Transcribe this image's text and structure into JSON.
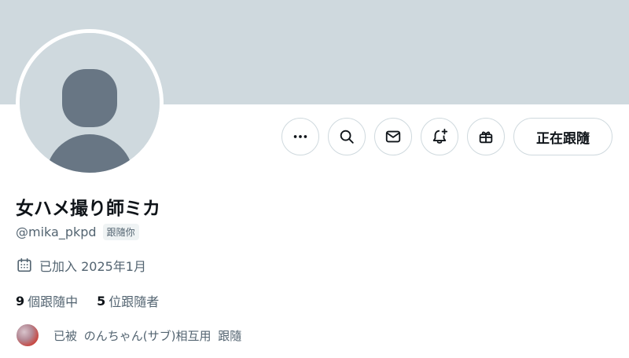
{
  "profile": {
    "display_name": "女ハメ撮り師ミカ",
    "handle": "@mika_pkpd",
    "follows_you_badge": "跟隨你",
    "joined": "已加入 2025年1月"
  },
  "actions": {
    "more_icon": "more-horizontal-icon",
    "search_icon": "search-icon",
    "message_icon": "mail-icon",
    "notify_icon": "bell-plus-icon",
    "gift_icon": "gift-icon",
    "follow_button_label": "正在跟隨"
  },
  "stats": {
    "following_count": "9",
    "following_label": "個跟隨中",
    "followers_count": "5",
    "followers_label": "位跟隨者"
  },
  "followed_by": {
    "prefix": "已被",
    "names": "のんちゃん(サブ)相互用",
    "suffix": "跟隨"
  },
  "colors": {
    "banner": "#cfd9de",
    "avatar_placeholder": "#cfd9de",
    "avatar_silhouette": "#687684",
    "border": "#cfd9de",
    "secondary_text": "#536471",
    "primary_text": "#0f1419"
  }
}
